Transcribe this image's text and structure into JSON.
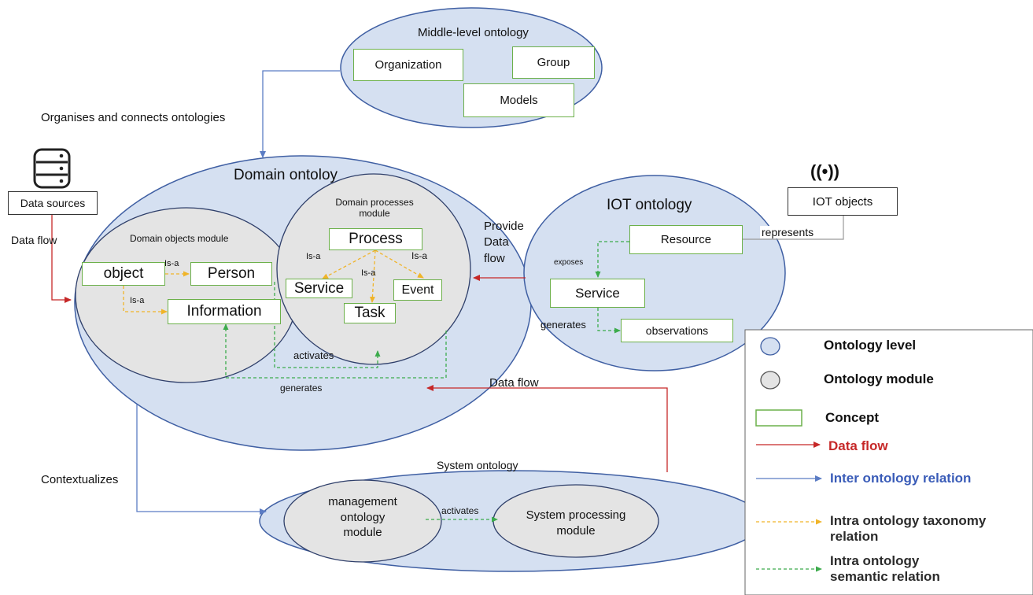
{
  "middle_level": {
    "title": "Middle-level ontology",
    "concepts": {
      "organization": "Organization",
      "group": "Group",
      "models": "Models"
    }
  },
  "domain": {
    "title": "Domain ontoloy",
    "objects_module": {
      "title": "Domain objects module",
      "concepts": {
        "object": "object",
        "person": "Person",
        "information": "Information"
      },
      "relations": {
        "isa_1": "Is-a",
        "isa_2": "Is-a"
      }
    },
    "processes_module": {
      "title_line1": "Domain processes",
      "title_line2": "module",
      "concepts": {
        "process": "Process",
        "service": "Service",
        "event": "Event",
        "task": "Task"
      },
      "relations": {
        "isa_service": "Is-a",
        "isa_task": "Is-a",
        "isa_event": "Is-a"
      }
    },
    "relations": {
      "activates": "activates",
      "generates": "generates"
    }
  },
  "iot": {
    "title": "IOT ontology",
    "concepts": {
      "resource": "Resource",
      "service": "Service",
      "observations": "observations"
    },
    "relations": {
      "exposes": "exposes",
      "generates": "generates"
    }
  },
  "system": {
    "title": "System ontology",
    "management_module": {
      "line1": "management",
      "line2": "ontology",
      "line3": "module"
    },
    "processing_module": {
      "line1": "System processing",
      "line2": "module"
    },
    "relations": {
      "activates": "activates"
    }
  },
  "external": {
    "data_sources": "Data sources",
    "iot_objects": "IOT objects",
    "database_icon": "database-icon",
    "broadcast_icon": "broadcast-icon",
    "broadcast_glyph": "((•))"
  },
  "edges": {
    "organises": "Organises and connects ontologies",
    "data_flow_left": "Data flow",
    "provide_line1": "Provide",
    "provide_line2": "Data",
    "provide_line3": "flow",
    "represents": "represents",
    "data_flow_bottom": "Data flow",
    "contextualizes": "Contextualizes"
  },
  "legend": {
    "ontology_level": "Ontology level",
    "ontology_module": "Ontology module",
    "concept": "Concept",
    "data_flow": "Data flow",
    "inter_relation": "Inter ontology relation",
    "intra_taxonomy_line1": "Intra ontology taxonomy",
    "intra_taxonomy_line2": "relation",
    "intra_semantic_line1": "Intra ontology",
    "intra_semantic_line2": "semantic relation"
  },
  "colors": {
    "ontology_level_fill": "#d5e0f1",
    "ontology_module_fill": "#e4e4e4",
    "concept_border": "#6cb04a",
    "data_flow": "#c62828",
    "inter_relation": "#5b7cc4",
    "taxonomy": "#f0b429",
    "semantic": "#3cab4c"
  }
}
